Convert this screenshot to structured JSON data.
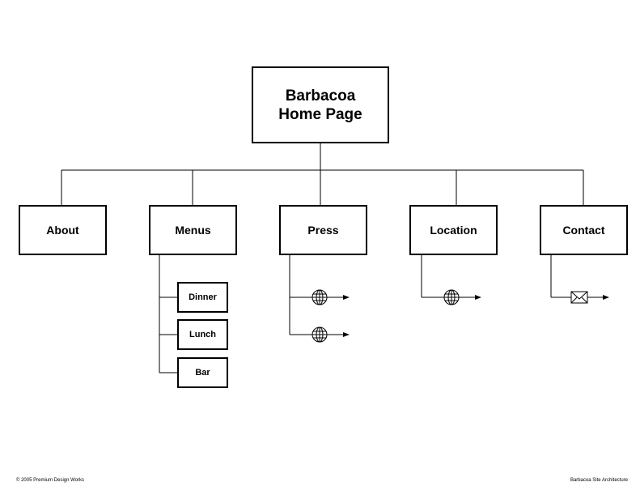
{
  "home": {
    "line1": "Barbacoa",
    "line2": "Home Page"
  },
  "sections": [
    {
      "label": "About"
    },
    {
      "label": "Menus"
    },
    {
      "label": "Press"
    },
    {
      "label": "Location"
    },
    {
      "label": "Contact"
    }
  ],
  "menus_children": [
    {
      "label": "Dinner"
    },
    {
      "label": "Lunch"
    },
    {
      "label": "Bar"
    }
  ],
  "links": {
    "press": [
      "globe-icon",
      "globe-icon"
    ],
    "location": [
      "globe-icon"
    ],
    "contact": [
      "envelope-icon"
    ]
  },
  "footer": {
    "left": "© 2005 Premium Design Works",
    "right": "Barbacoa Site Architecture"
  },
  "colors": {
    "line": "#000000",
    "background": "#ffffff"
  }
}
